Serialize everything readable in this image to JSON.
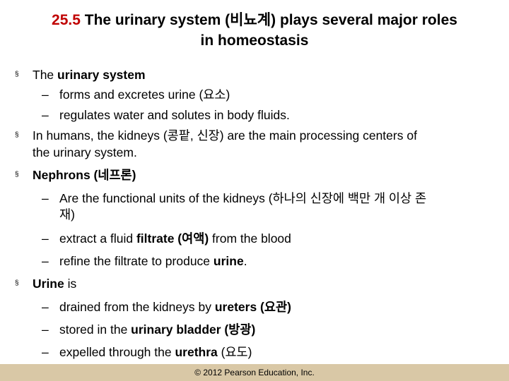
{
  "title": {
    "number": "25.5",
    "text_line1": " The urinary system (비뇨계) plays several major roles",
    "text_line2": "in homeostasis"
  },
  "bullets": {
    "b1": {
      "prefix": "The ",
      "bold": "urinary system"
    },
    "b1_sub1": "forms and excretes urine (요소)",
    "b1_sub2": "regulates water and solutes in body fluids.",
    "b2_line1": "In humans, the kidneys (콩팥, 신장) are the main processing centers of",
    "b2_line2": "the urinary system.",
    "b3": {
      "bold": "Nephrons (네프론)"
    },
    "b3_sub1_line1": "Are the functional units of the kidneys (하나의 신장에 백만 개 이상 존",
    "b3_sub1_line2": "재)",
    "b3_sub2": {
      "prefix": "extract a fluid ",
      "bold": "filtrate (여액)",
      "suffix": " from the blood"
    },
    "b3_sub3": {
      "prefix": "refine the filtrate to produce ",
      "bold": "urine",
      "suffix": "."
    },
    "b4": {
      "bold": "Urine",
      "suffix": " is"
    },
    "b4_sub1": {
      "prefix": "drained from the kidneys by ",
      "bold": "ureters (요관)"
    },
    "b4_sub2": {
      "prefix": "stored in the ",
      "bold": "urinary bladder (방광)"
    },
    "b4_sub3": {
      "prefix": "expelled through the ",
      "bold": "urethra",
      "suffix": " (요도)"
    }
  },
  "symbols": {
    "bullet": "§",
    "dash": "–"
  },
  "footer": {
    "copyright": "© 2012 Pearson Education, Inc.",
    "color": "#d9c8a6"
  },
  "colors": {
    "title_number": "#c00000"
  }
}
